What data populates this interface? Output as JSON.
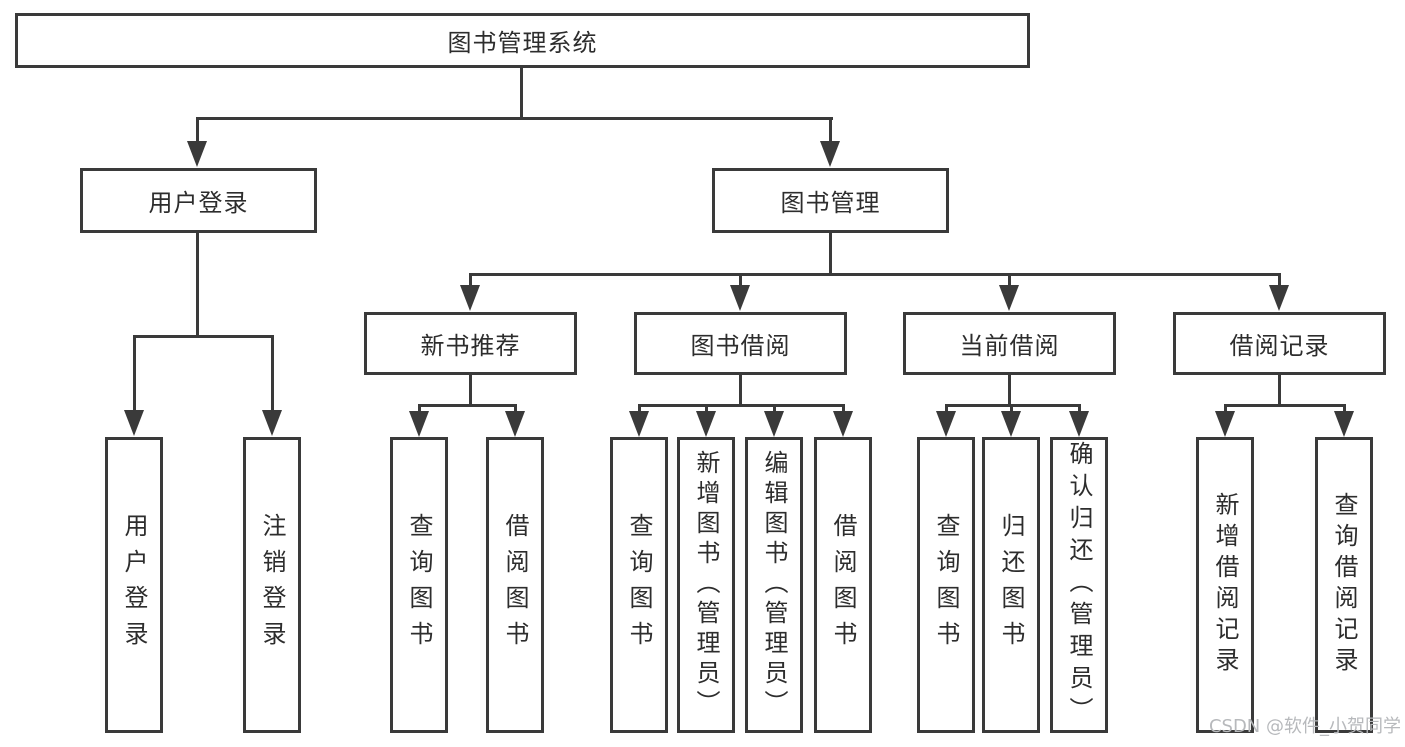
{
  "diagram": {
    "type": "hierarchy-tree",
    "watermark": "CSDN @软件_小贺同学",
    "colors": {
      "line": "#3a3a3a",
      "text": "#2d2d2d",
      "background": "#ffffff",
      "watermark": "#b7b9bc"
    },
    "tree": {
      "label": "图书管理系统",
      "children": [
        {
          "label": "用户登录",
          "children": [
            {
              "label": "用户登录"
            },
            {
              "label": "注销登录"
            }
          ]
        },
        {
          "label": "图书管理",
          "children": [
            {
              "label": "新书推荐",
              "children": [
                {
                  "label": "查询图书"
                },
                {
                  "label": "借阅图书"
                }
              ]
            },
            {
              "label": "图书借阅",
              "children": [
                {
                  "label": "查询图书"
                },
                {
                  "label": "新增图书（管理员）"
                },
                {
                  "label": "编辑图书（管理员）"
                },
                {
                  "label": "借阅图书"
                }
              ]
            },
            {
              "label": "当前借阅",
              "children": [
                {
                  "label": "查询图书"
                },
                {
                  "label": "归还图书"
                },
                {
                  "label": "确认归还（管理员）"
                }
              ]
            },
            {
              "label": "借阅记录",
              "children": [
                {
                  "label": "新增借阅记录"
                },
                {
                  "label": "查询借阅记录"
                }
              ]
            }
          ]
        }
      ]
    }
  }
}
